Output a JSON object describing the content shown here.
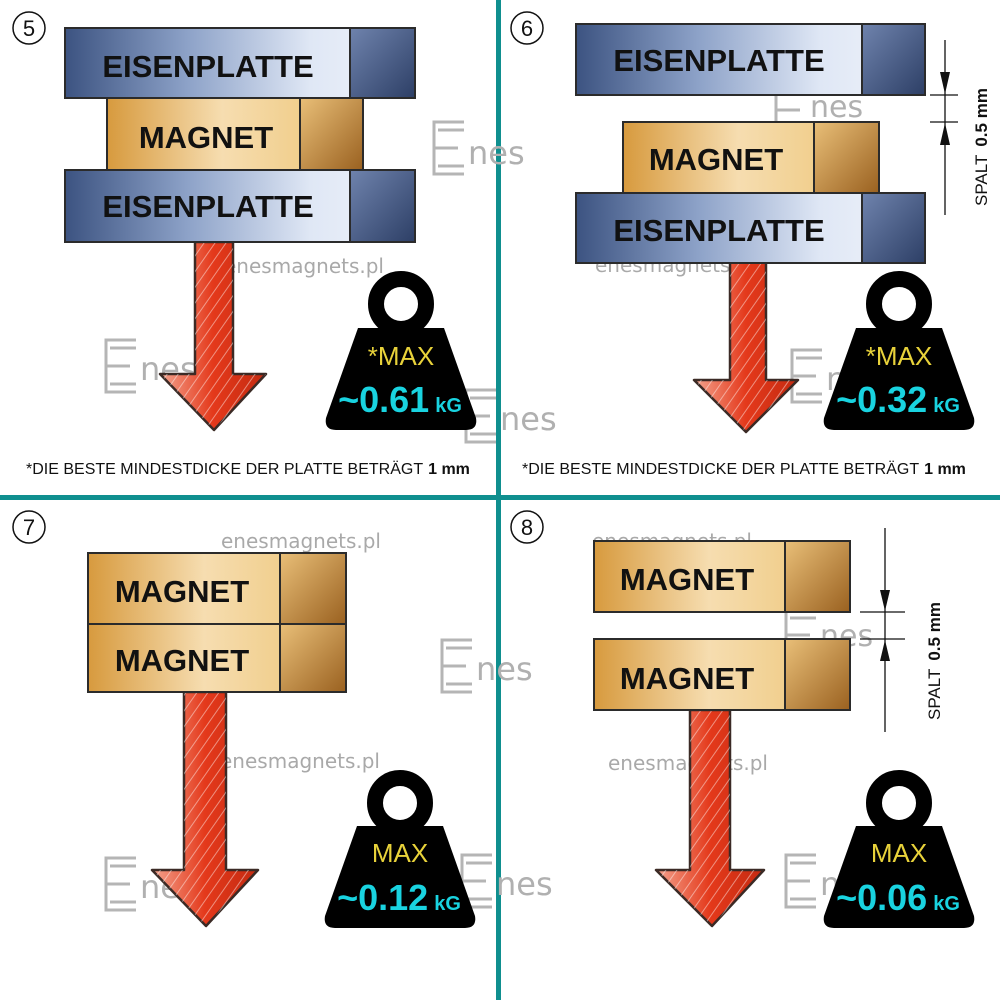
{
  "watermark": {
    "url": "enesmagnets.pl",
    "logo_letters": "nes"
  },
  "colors": {
    "divider": "#0f8f8f",
    "iron_plate": "#5a6f9a",
    "magnet": "#d9a14a",
    "arrow": "#e4391b",
    "weight_body": "#000000",
    "max_label": "#e8d23a",
    "value": "#19d3e0"
  },
  "panels": [
    {
      "number": "5",
      "blocks": [
        {
          "kind": "plate",
          "label": "EISENPLATTE"
        },
        {
          "kind": "magnet",
          "label": "MAGNET"
        },
        {
          "kind": "plate",
          "label": "EISENPLATTE"
        }
      ],
      "weight": {
        "max_label": "*MAX",
        "value": "~0.61",
        "unit": "kG"
      },
      "footnote": {
        "text": "*DIE BESTE MINDESTDICKE DER PLATTE BETRÄGT",
        "bold": "1 mm"
      }
    },
    {
      "number": "6",
      "blocks": [
        {
          "kind": "plate",
          "label": "EISENPLATTE"
        },
        {
          "kind": "magnet",
          "label": "MAGNET"
        },
        {
          "kind": "plate",
          "label": "EISENPLATTE"
        }
      ],
      "gap": {
        "word": "SPALT",
        "value": "0.5 mm"
      },
      "weight": {
        "max_label": "*MAX",
        "value": "~0.32",
        "unit": "kG"
      },
      "footnote": {
        "text": "*DIE BESTE MINDESTDICKE DER PLATTE BETRÄGT",
        "bold": "1 mm"
      }
    },
    {
      "number": "7",
      "blocks": [
        {
          "kind": "magnet",
          "label": "MAGNET"
        },
        {
          "kind": "magnet",
          "label": "MAGNET"
        }
      ],
      "weight": {
        "max_label": "MAX",
        "value": "~0.12",
        "unit": "kG"
      }
    },
    {
      "number": "8",
      "blocks": [
        {
          "kind": "magnet",
          "label": "MAGNET"
        },
        {
          "kind": "magnet",
          "label": "MAGNET"
        }
      ],
      "gap": {
        "word": "SPALT",
        "value": "0.5 mm"
      },
      "weight": {
        "max_label": "MAX",
        "value": "~0.06",
        "unit": "kG"
      }
    }
  ]
}
